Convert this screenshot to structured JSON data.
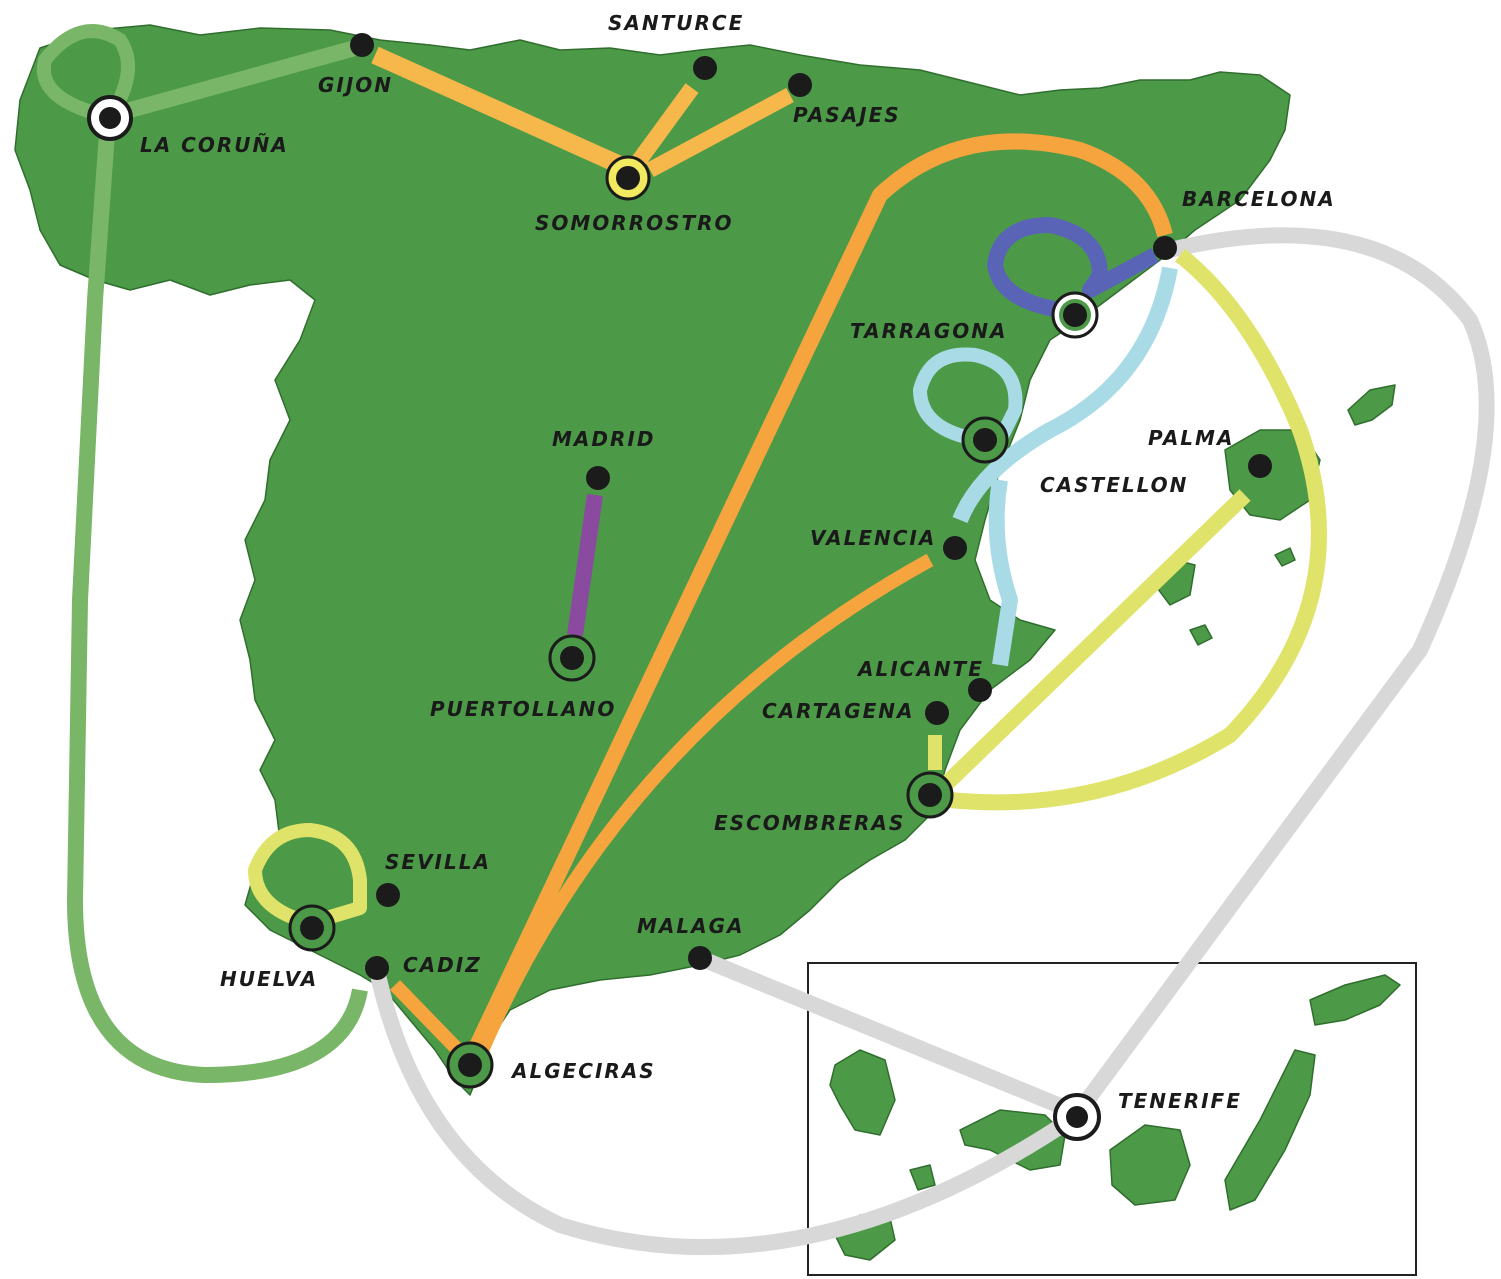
{
  "map": {
    "colors": {
      "land": "#4c9a48",
      "route_green": "#79b668",
      "route_orange": "#f6a43d",
      "route_light_orange": "#f6b84a",
      "route_yellow": "#e0e36a",
      "route_lightblue": "#a9dbe6",
      "route_blue": "#5a64b6",
      "route_purple": "#8a4aa0",
      "route_gray": "#d8d8d8",
      "node_dark": "#1b1b1b"
    },
    "places": {
      "la_coruna": "LA CORUÑA",
      "gijon": "GIJON",
      "santurce": "SANTURCE",
      "pasajes": "PASAJES",
      "somorrostro": "SOMORROSTRO",
      "barcelona": "BARCELONA",
      "tarragona": "TARRAGONA",
      "castellon": "CASTELLON",
      "palma": "PALMA",
      "madrid": "MADRID",
      "valencia": "VALENCIA",
      "puertollano": "PUERTOLLANO",
      "alicante": "ALICANTE",
      "cartagena": "CARTAGENA",
      "escombreras": "ESCOMBRERAS",
      "sevilla": "SEVILLA",
      "huelva": "HUELVA",
      "cadiz": "CADIZ",
      "malaga": "MALAGA",
      "algeciras": "ALGECIRAS",
      "tenerife": "TENERIFE"
    }
  }
}
